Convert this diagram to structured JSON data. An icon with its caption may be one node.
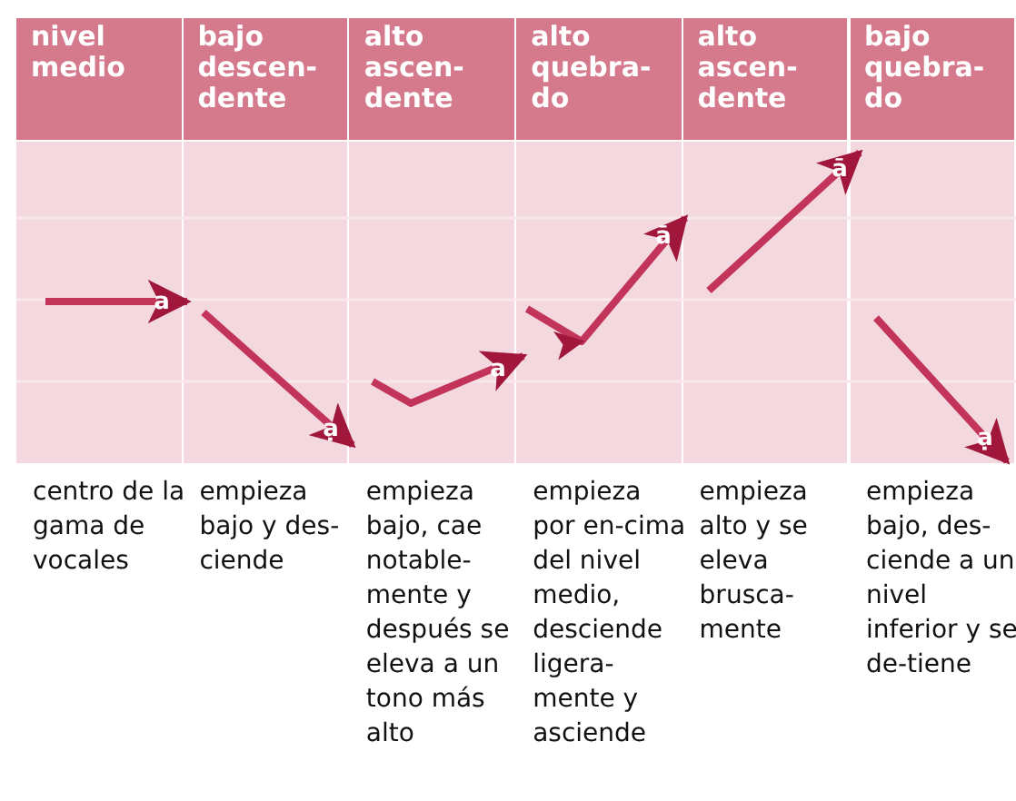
{
  "diagram": {
    "labels": [
      "nivel medio",
      "bajo descen-dente",
      "alto ascen-dente",
      "alto quebra-do",
      "alto ascen-dente",
      "bajo quebra-do",
      "a",
      "ạ",
      "a",
      "ā",
      "ā",
      "ạ",
      "centro de la gama de vocales",
      "empieza bajo y des-ciende",
      "empieza bajo, cae notable-mente y después se eleva a un tono más alto",
      "empieza por en-cima del nivel medio, desciende ligera-mente y asciende",
      "empieza alto y se eleva brusca-mente",
      "empieza bajo, des-ciende a un nivel inferior y se de-tiene"
    ]
  }
}
